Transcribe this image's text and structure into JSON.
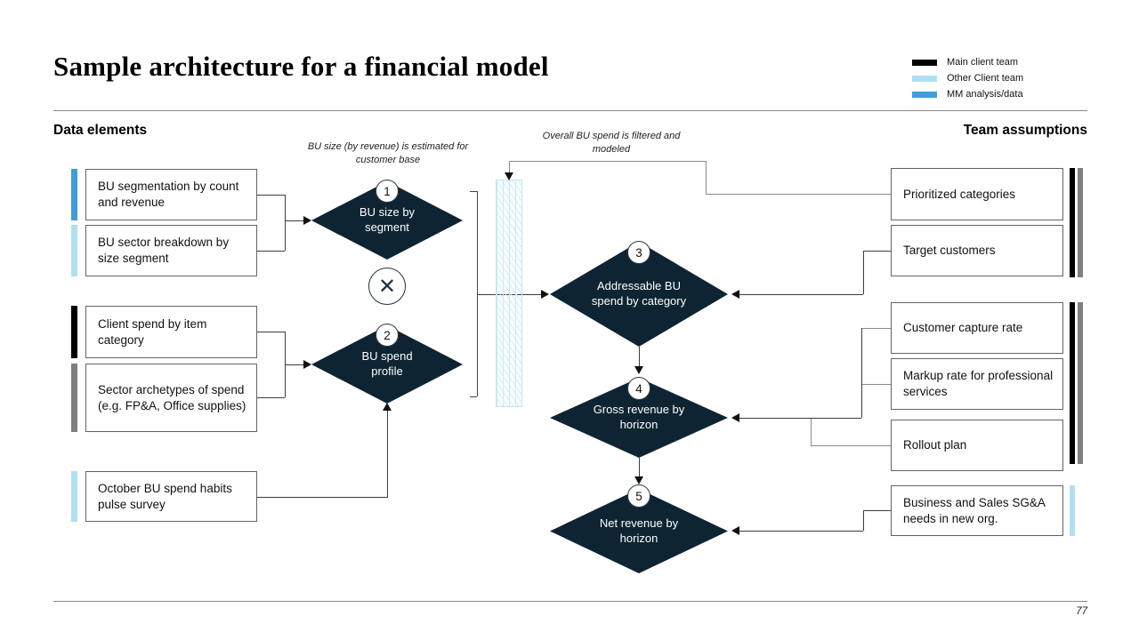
{
  "page": {
    "title": "Sample architecture for a financial model",
    "page_number": "77"
  },
  "legend": {
    "items": [
      {
        "label": "Main client team",
        "color": "#000000"
      },
      {
        "label": "Other Client team",
        "color": "#aee1f0"
      },
      {
        "label": "MM analysis/data",
        "color": "#3f9ed9"
      }
    ]
  },
  "sections": {
    "left_header": "Data elements",
    "right_header": "Team assumptions"
  },
  "annotations": {
    "bu_size": "BU size (by revenue) is estimated for customer base",
    "overall_spend": "Overall BU spend is filtered and modeled"
  },
  "data_elements": [
    {
      "label": "BU segmentation by count and revenue",
      "bar_color": "#3f9ed9"
    },
    {
      "label": "BU sector breakdown by size segment",
      "bar_color": "#aee1f0"
    },
    {
      "label": "Client spend by item category",
      "bar_color": "#000000"
    },
    {
      "label": "Sector archetypes of spend (e.g. FP&A, Office supplies)",
      "bar_color": "#7f7f7f"
    },
    {
      "label": "October BU spend habits pulse survey",
      "bar_color": "#aee1f0"
    }
  ],
  "diamonds": [
    {
      "number": "1",
      "label": "BU size by segment"
    },
    {
      "number": "2",
      "label": "BU spend profile"
    },
    {
      "number": "3",
      "label": "Addressable BU spend by category"
    },
    {
      "number": "4",
      "label": "Gross revenue by horizon"
    },
    {
      "number": "5",
      "label": "Net revenue by horizon"
    }
  ],
  "operator": {
    "name": "multiply",
    "symbol": "✕"
  },
  "team_assumptions": [
    {
      "label": "Prioritized categories",
      "bars": [
        "#000000",
        "#7f7f7f"
      ]
    },
    {
      "label": "Target customers",
      "bars": [
        "#000000",
        "#7f7f7f"
      ]
    },
    {
      "label": "Customer capture rate",
      "bars": [
        "#000000",
        "#7f7f7f"
      ]
    },
    {
      "label": "Markup rate for professional services",
      "bars": [
        "#000000",
        "#7f7f7f"
      ]
    },
    {
      "label": "Rollout plan",
      "bars": [
        "#000000",
        "#7f7f7f"
      ]
    },
    {
      "label": "Business and Sales SG&A needs in new org.",
      "bars": [
        "#aee1f0"
      ]
    }
  ],
  "colors": {
    "diamond_fill": "#0e2433",
    "hatch_blue": "#c6ebf7",
    "connector_gray": "#8a8a8a",
    "connector_dark": "#3c3c3c"
  }
}
